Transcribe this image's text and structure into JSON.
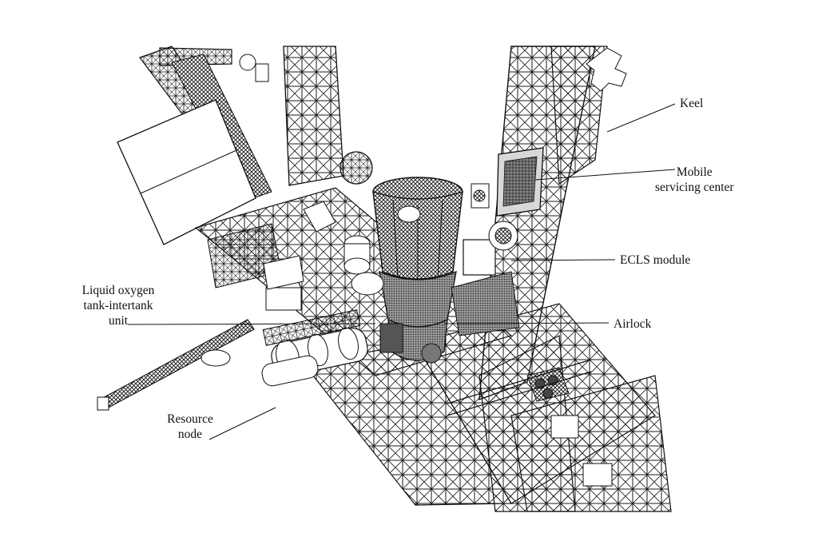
{
  "diagram": {
    "labels": {
      "keel": "Keel",
      "mobile_line1": "Mobile",
      "mobile_line2": "servicing center",
      "ecls": "ECLS module",
      "airlock": "Airlock",
      "lox_line1": "Liquid oxygen",
      "lox_line2": "tank-intertank",
      "lox_line3": "unit",
      "resource_line1": "Resource",
      "resource_line2": "node"
    }
  }
}
